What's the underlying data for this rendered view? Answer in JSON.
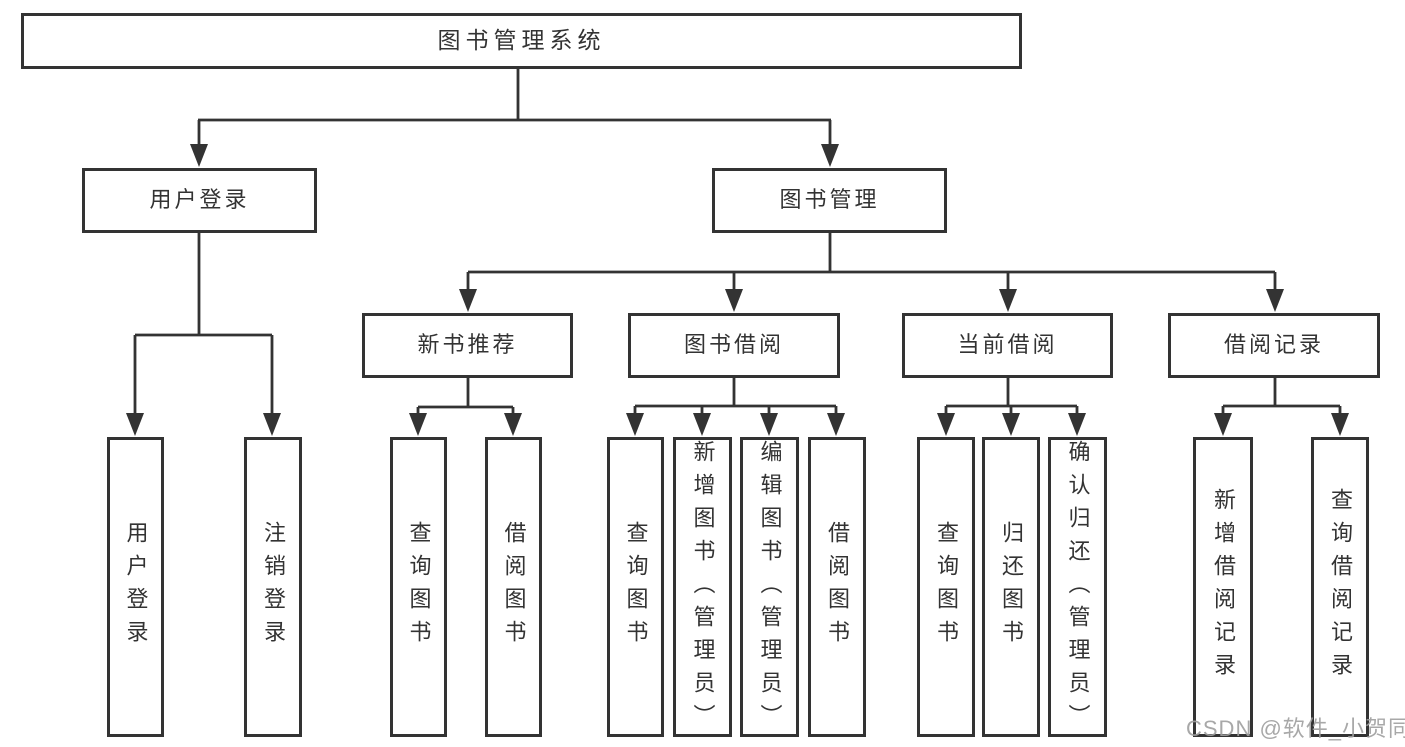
{
  "colors": {
    "border": "#333333",
    "text": "#333333",
    "background": "#ffffff",
    "watermark": "#9f9f9f"
  },
  "tree": {
    "label": "图书管理系统",
    "children": [
      {
        "label": "用户登录",
        "children": [
          {
            "label": "用户登录"
          },
          {
            "label": "注销登录"
          }
        ]
      },
      {
        "label": "图书管理",
        "children": [
          {
            "label": "新书推荐",
            "children": [
              {
                "label": "查询图书"
              },
              {
                "label": "借阅图书"
              }
            ]
          },
          {
            "label": "图书借阅",
            "children": [
              {
                "label": "查询图书"
              },
              {
                "label": "新增图书（管理员）"
              },
              {
                "label": "编辑图书（管理员）"
              },
              {
                "label": "借阅图书"
              }
            ]
          },
          {
            "label": "当前借阅",
            "children": [
              {
                "label": "查询图书"
              },
              {
                "label": "归还图书"
              },
              {
                "label": "确认归还（管理员）"
              }
            ]
          },
          {
            "label": "借阅记录",
            "children": [
              {
                "label": "新增借阅记录"
              },
              {
                "label": "查询借阅记录"
              }
            ]
          }
        ]
      }
    ]
  },
  "watermark": {
    "text": "CSDN @软件_小贺同学"
  }
}
